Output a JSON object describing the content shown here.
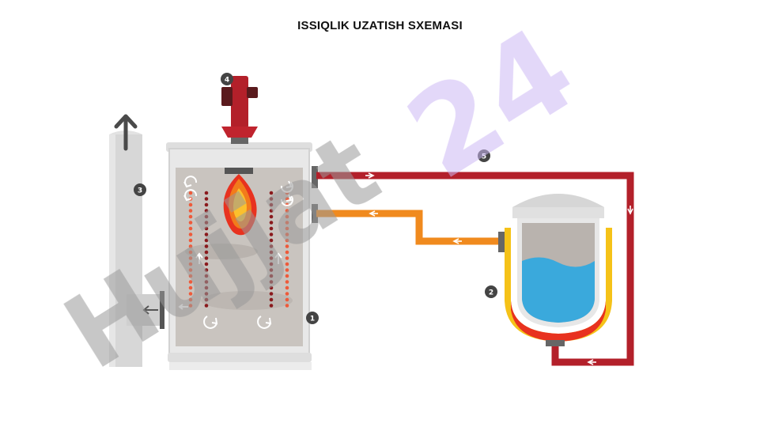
{
  "title": "ISSIQLIK UZATISH SXEMASI",
  "watermark": {
    "text": "Hujjat",
    "number": "24",
    "text_color": "#9a9a9a",
    "number_color": "#cdb8f5"
  },
  "callouts": [
    {
      "id": "boiler",
      "number": "1"
    },
    {
      "id": "reactor",
      "number": "2"
    },
    {
      "id": "chimney",
      "number": "3"
    },
    {
      "id": "burner",
      "number": "4"
    },
    {
      "id": "pipeline",
      "number": "5"
    }
  ],
  "colors": {
    "hot_pipe": "#b3202a",
    "return_pipe": "#f08a1e",
    "coolant": "#3aa9dc",
    "jacket": "#f5c218",
    "boiler_body": "#e8e8e8",
    "boiler_inner": "#c9c4bf",
    "chimney": "#d7d7d7",
    "badge": "#444444"
  },
  "icons": [
    "arrow-up-icon",
    "flame-icon",
    "flow-arrow-icon",
    "swirl-arrow-icon"
  ]
}
